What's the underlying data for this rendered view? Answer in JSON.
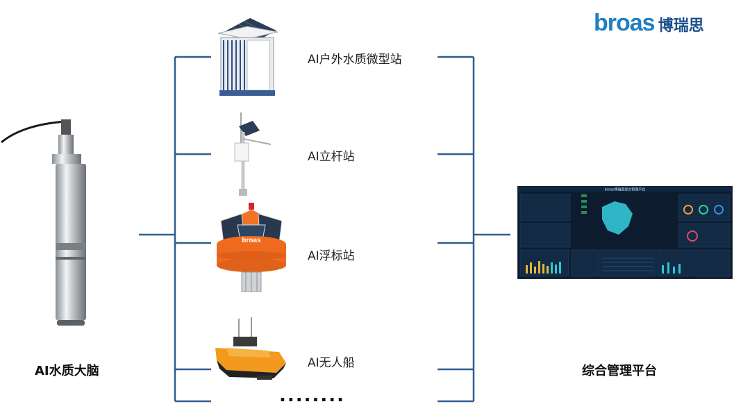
{
  "logo": {
    "brand": "broas",
    "name_cn": "博瑞思"
  },
  "left_device": {
    "label": "AI水质大脑"
  },
  "right_platform": {
    "label": "综合管理平台",
    "screen_title": "broas博瑞思综合管理平台"
  },
  "stations": [
    {
      "label": "AI户外水质微型站",
      "icon": "outdoor-station-icon"
    },
    {
      "label": "AI立杆站",
      "icon": "pole-station-icon"
    },
    {
      "label": "AI浮标站",
      "icon": "buoy-station-icon",
      "buoy_text": "broas"
    },
    {
      "label": "AI无人船",
      "icon": "unmanned-boat-icon"
    }
  ],
  "more": "........",
  "colors": {
    "line": "#2f5d8f",
    "logo_blue": "#1f7fc0",
    "buoy_orange": "#f26b1d",
    "dashboard_bg": "#0d1b2e"
  }
}
